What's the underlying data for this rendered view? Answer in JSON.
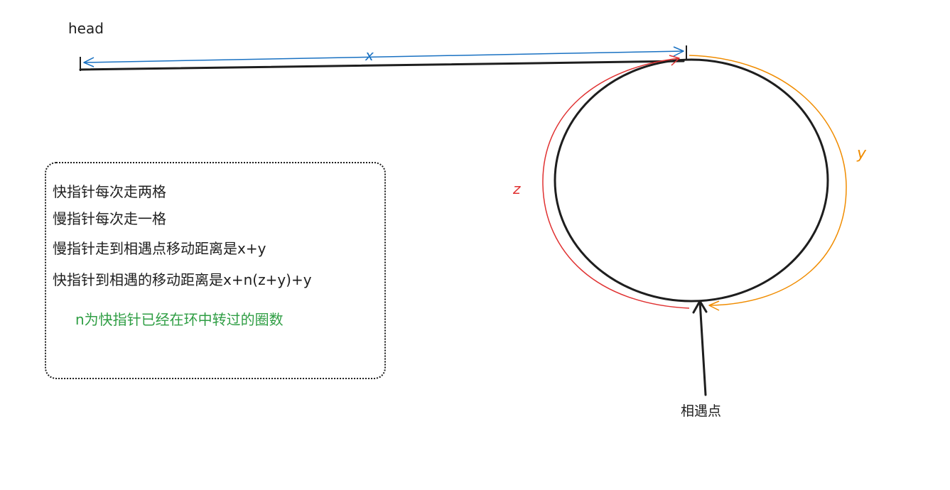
{
  "labels": {
    "head": "head",
    "x": "x",
    "y": "y",
    "z": "z",
    "meeting_point": "相遇点"
  },
  "note": {
    "lines": [
      "快指针每次走两格",
      "慢指针每次走一格",
      "慢指针走到相遇点移动距离是x+y",
      "快指针到相遇的移动距离是x+n(z+y)+y"
    ],
    "highlight": "n为快指针已经在环中转过的圈数"
  },
  "colors": {
    "ink": "#1e1e1e",
    "x_arrow": "#1971c2",
    "y_arrow": "#f08c00",
    "z_arrow": "#e03131",
    "highlight_text": "#2f9e44"
  }
}
